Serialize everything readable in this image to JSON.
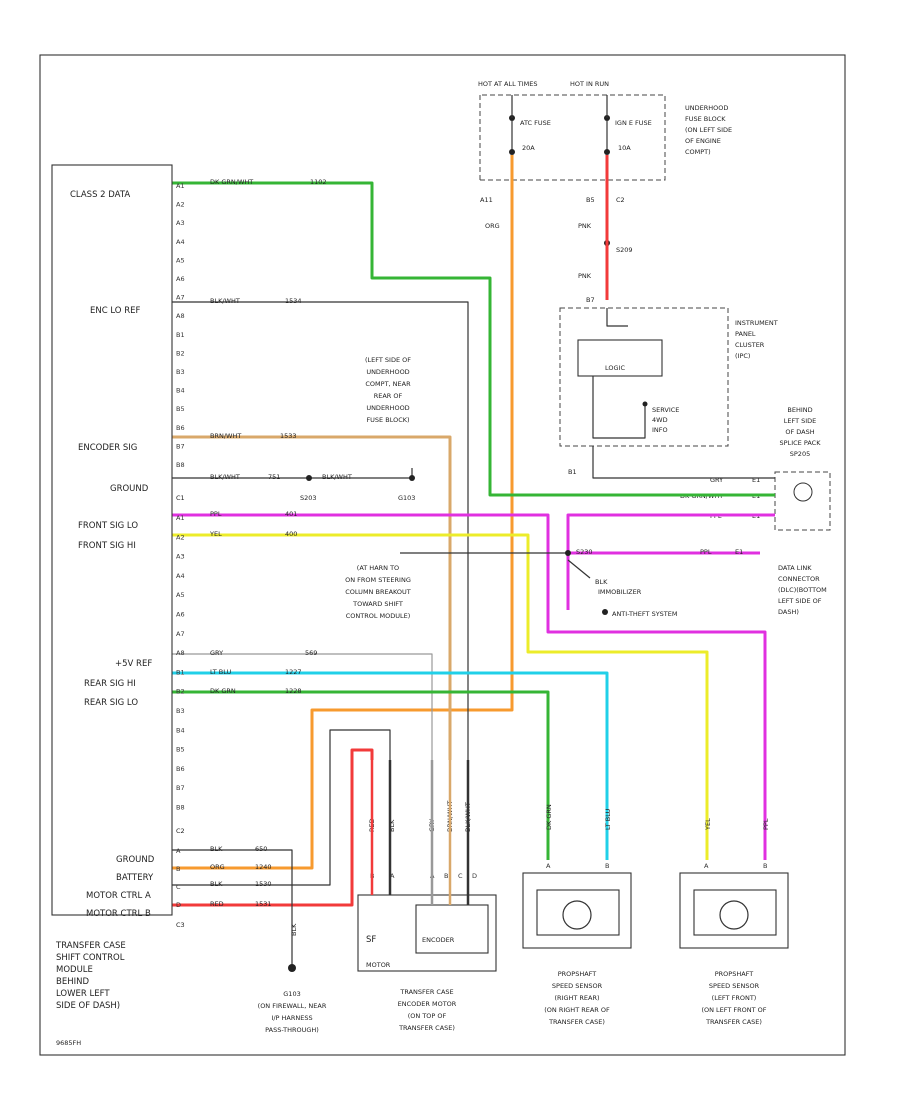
{
  "wires": {
    "green": "#35b535",
    "orange": "#f79a2e",
    "magenta": "#e030e0",
    "yellow": "#ecec2a",
    "cyan": "#20d0e8",
    "red": "#f23a3a",
    "tan": "#d9a86a",
    "gray": "#999999",
    "black": "#333333"
  },
  "power": {
    "hot_at_all_times": "HOT AT ALL TIMES",
    "hot_in_run": "HOT IN RUN",
    "fuse1_name": "ATC FUSE",
    "fuse1_amp": "20A",
    "fuse2_name": "IGN E FUSE",
    "fuse2_amp": "10A",
    "fusebox_label": "UNDERHOOD FUSE BLOCK (ON LEFT SIDE OF ENGINE COMPT)",
    "fusebox_label_lines": [
      "UNDERHOOD",
      "FUSE BLOCK",
      "(ON LEFT SIDE",
      "OF ENGINE",
      "COMPT)"
    ],
    "a11": "A11",
    "org": "ORG",
    "b5": "B5",
    "c2": "C2",
    "pnk1": "PNK",
    "s209": "S209",
    "pnk2": "PNK",
    "b7": "B7"
  },
  "ipc": {
    "label_lines": [
      "INSTRUMENT",
      "PANEL",
      "CLUSTER",
      "(IPC)"
    ],
    "logic": "LOGIC",
    "service_lines": [
      "SERVICE",
      "4WD",
      "INFO"
    ],
    "b1": "B1"
  },
  "splice": {
    "label_lines": [
      "BEHIND",
      "LEFT SIDE",
      "OF DASH",
      "SPLICE PACK",
      "SP205"
    ],
    "wires": [
      "GRY",
      "DK GRN/WHT",
      "PPL"
    ],
    "pins": [
      "E1",
      "E1",
      "E1"
    ]
  },
  "tccm": {
    "labels": {
      "class2": "CLASS 2 DATA",
      "enc_lo": "ENC LO REF",
      "enc_sig": "ENCODER SIG",
      "ground": "GROUND",
      "front_lo": "FRONT SIG LO",
      "front_hi": "FRONT SIG HI",
      "ref5v": "+5V REF",
      "rear_hi": "REAR SIG HI",
      "rear_lo": "REAR SIG LO"
    },
    "pins_top": [
      "A1",
      "A2",
      "A3",
      "A4",
      "A5",
      "A6",
      "A7",
      "A8",
      "B1",
      "B2",
      "B3",
      "B4",
      "B5",
      "B6",
      "B7",
      "B8"
    ],
    "c1": "C1",
    "pins_mid": [
      "A1",
      "A2",
      "A3",
      "A4",
      "A5",
      "A6",
      "A7",
      "A8",
      "B1",
      "B2",
      "B3",
      "B4",
      "B5",
      "B6",
      "B7",
      "B8"
    ],
    "c2": "C2",
    "pins_bot": [
      "A",
      "B",
      "C",
      "D"
    ],
    "c3": "C3",
    "bottom_labels": {
      "ground": "GROUND",
      "battery": "BATTERY",
      "motor_a": "MOTOR CTRL A",
      "motor_b": "MOTOR CTRL B"
    },
    "module_label_lines": [
      "TRANSFER CASE",
      "SHIFT CONTROL",
      "MODULE",
      "BEHIND",
      "LOWER LEFT",
      "SIDE OF DASH)"
    ],
    "code": "9685FH"
  },
  "wire_labels": {
    "class2": "DK GRN/WHT",
    "class2_ckt": "1102",
    "enc_lo": "BLK/WHT",
    "enc_lo_ckt": "1534",
    "enc_sig": "BRN/WHT",
    "enc_sig_ckt": "1533",
    "ground": "BLK/WHT",
    "ground_ckt": "751",
    "ground2": "BLK/WHT",
    "s203": "S203",
    "g103": "G103",
    "front_lo": "PPL",
    "front_lo_ckt": "401",
    "front_hi": "YEL",
    "front_hi_ckt": "400",
    "ref5v": "GRY",
    "ref5v_ckt": "569",
    "rear_hi": "LT BLU",
    "rear_hi_ckt": "1227",
    "rear_lo": "DK GRN",
    "rear_lo_ckt": "1228",
    "bat_ground": "BLK",
    "bat_ground_ckt": "650",
    "battery": "ORG",
    "battery_ckt": "1240",
    "motor_a": "BLK",
    "motor_a_ckt": "1530",
    "motor_b": "RED",
    "motor_b_ckt": "1531",
    "pnk": "PPL",
    "s230": "S230",
    "blk": "BLK",
    "e1": "E1"
  },
  "notes": {
    "left_side": [
      "(LEFT SIDE OF",
      "UNDERHOOD",
      "COMPT, NEAR",
      "REAR OF",
      "UNDERHOOD",
      "FUSE BLOCK)"
    ],
    "splice_note": [
      "(AT HARN TO",
      "ON FROM STEERING",
      "COLUMN BREAKOUT",
      "TOWARD SHIFT",
      "CONTROL MODULE)"
    ],
    "immobilizer": "IMMOBILIZER",
    "antitheft": "ANTI-THEFT SYSTEM",
    "dlc_lines": [
      "DATA LINK",
      "CONNECTOR",
      "(DLC)(BOTTOM",
      "LEFT SIDE OF",
      "DASH)"
    ],
    "g103_lines": [
      "G103",
      "(ON FIREWALL, NEAR",
      "I/P HARNESS",
      "PASS-THROUGH)"
    ]
  },
  "motor": {
    "motor": "MOTOR",
    "encoder": "ENCODER",
    "pins": [
      "B",
      "A"
    ],
    "enc_pins": [
      "A",
      "B",
      "C",
      "D"
    ],
    "label_lines": [
      "TRANSFER CASE",
      "ENCODER MOTOR",
      "(ON TOP OF",
      "TRANSFER CASE)"
    ],
    "wires": [
      "RED",
      "BLK",
      "GRY",
      "BRN/WHT",
      "BLK/WHT"
    ]
  },
  "sensors": [
    {
      "label_lines": [
        "PROPSHAFT",
        "SPEED SENSOR",
        "(RIGHT REAR)",
        "(ON RIGHT REAR OF",
        "TRANSFER CASE)"
      ],
      "wires": [
        "DK GRN",
        "LT BLU"
      ],
      "pins": [
        "A",
        "B"
      ]
    },
    {
      "label_lines": [
        "PROPSHAFT",
        "SPEED SENSOR",
        "(LEFT FRONT)",
        "(ON LEFT FRONT OF",
        "TRANSFER CASE)"
      ],
      "wires": [
        "YEL",
        "PPL"
      ],
      "pins": [
        "A",
        "B"
      ]
    }
  ]
}
